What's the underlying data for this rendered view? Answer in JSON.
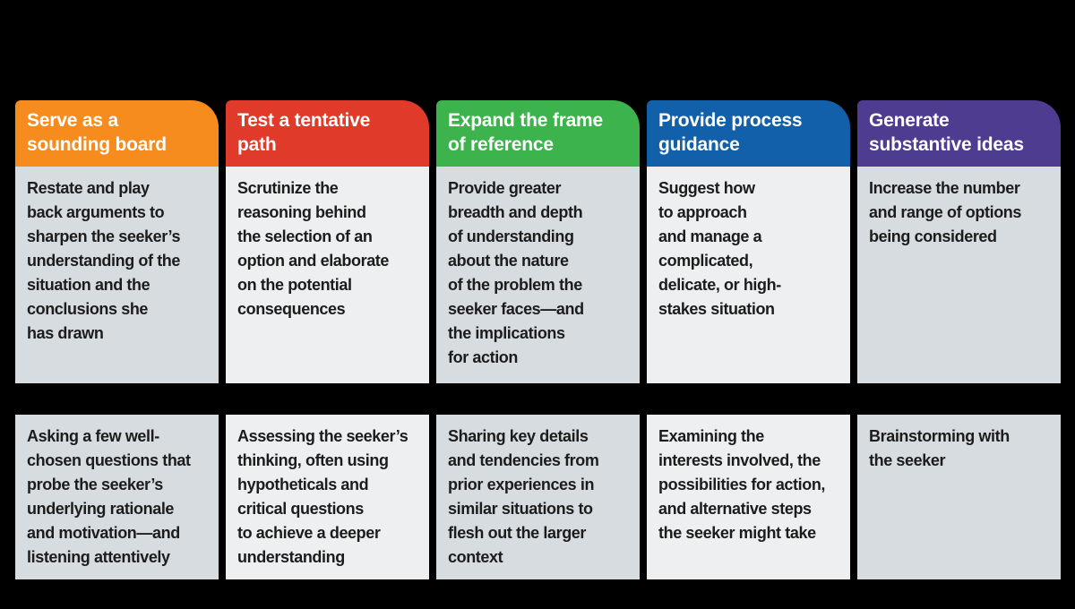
{
  "colors": {
    "background": "#000000",
    "header_text": "#FFFFFF",
    "body_text": "#1C1C1C",
    "box_gray_dark": "#D6DCDF",
    "box_gray_light": "#EDEFF0",
    "orange": "#F68B1E",
    "red": "#E03A2B",
    "green": "#3CB34C",
    "blue": "#1160A9",
    "purple": "#4E3C90"
  },
  "columns": [
    {
      "id": "serve-as-a-sounding-board",
      "header_label": "Serve as a\nsounding board",
      "header_color": "#F68B1E",
      "box_color": "#D6DCDF",
      "role_description": "Restate and play\nback arguments to\nsharpen the seeker’s\nunderstanding of the\nsituation and the\nconclusions she\nhas drawn",
      "example": "Asking a few well-\nchosen questions that\nprobe the seeker’s\nunderlying rationale\nand motivation—and\nlistening attentively"
    },
    {
      "id": "test-a-tentative-path",
      "header_label": "Test a tentative\npath",
      "header_color": "#E03A2B",
      "box_color": "#EDEFF0",
      "role_description": "Scrutinize the\nreasoning behind\nthe selection of an\noption and elaborate\non the potential\nconsequences",
      "example": "Assessing the seeker’s\nthinking, often using\nhypotheticals and\ncritical questions\nto achieve a deeper\nunderstanding"
    },
    {
      "id": "expand-the-frame-of-reference",
      "header_label": "Expand the frame\nof reference",
      "header_color": "#3CB34C",
      "box_color": "#D6DCDF",
      "role_description": "Provide greater\nbreadth and depth\nof understanding\nabout the nature\nof the problem the\nseeker faces—and\nthe implications\nfor action",
      "example": "Sharing key details\nand tendencies from\nprior experiences in\nsimilar situations to\nflesh out the larger\ncontext"
    },
    {
      "id": "provide-process-guidance",
      "header_label": "Provide process\nguidance",
      "header_color": "#1160A9",
      "box_color": "#EDEFF0",
      "role_description": "Suggest how\nto approach\nand manage a\ncomplicated,\ndelicate, or high-\nstakes situation",
      "example": "Examining the\ninterests involved, the\npossibilities for action,\nand alternative steps\nthe seeker might take"
    },
    {
      "id": "generate-substantive-ideas",
      "header_label": "Generate\nsubstantive ideas",
      "header_color": "#4E3C90",
      "box_color": "#D6DCDF",
      "role_description": "Increase the number\nand range of options\nbeing considered",
      "example": "Brainstorming with\nthe seeker"
    }
  ]
}
